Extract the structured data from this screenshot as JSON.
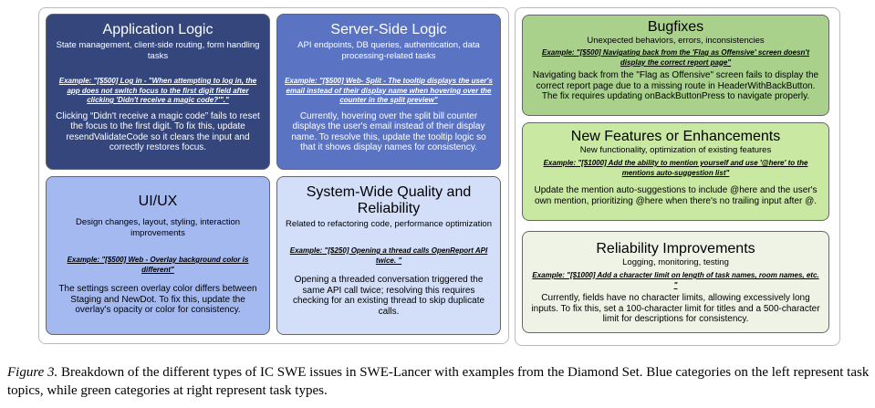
{
  "topics": [
    {
      "title": "Application Logic",
      "subtitle": "State management, client-side routing, form handling tasks",
      "example": "Example: \"[$500] Log in - \"When attempting to log in, the app does not switch focus to the first digit field after clicking 'Didn't receive a magic code?'\".\"",
      "description": "Clicking “Didn't receive a magic code” fails to reset the focus to the first digit. To fix this, update resendValidateCode so it clears the input and correctly restores focus.",
      "color": "#34467c"
    },
    {
      "title": "Server-Side Logic",
      "subtitle": "API endpoints, DB queries, authentication, data processing-related tasks",
      "example": "Example: \"[$500] Web- Split - The tooltip displays the user's email instead of their display name when hovering over the counter in the split preview\"",
      "description": "Currently, hovering over the split bill counter displays the user's email instead of their display name. To resolve this, update the tooltip logic so that it shows display names for consistency.",
      "color": "#5a74c3"
    },
    {
      "title": "UI/UX",
      "subtitle": "Design changes, layout, styling, interaction improvements",
      "example": "Example: \"[$500] Web - Overlay background color is different\"",
      "description": "The settings screen overlay color differs between Staging and NewDot. To fix this, update the overlay's opacity or color for consistency.",
      "color": "#a5b9f1"
    },
    {
      "title": "System-Wide Quality and Reliability",
      "subtitle": "Related to refactoring code, performance optimization",
      "example": "Example: \"[$250] Opening a thread calls OpenReport API twice. \"",
      "description": "Opening a threaded conversation triggered the same API call twice; resolving this requires checking for an existing thread to skip duplicate calls.",
      "color": "#d3def8"
    }
  ],
  "types": [
    {
      "title": "Bugfixes",
      "subtitle": "Unexpected behaviors, errors, inconsistencies",
      "example": "Example: \"[$500] Navigating back from the 'Flag as Offensive' screen doesn't display the correct report page\"",
      "description": "Navigating back from the \"Flag as Offensive\" screen fails to display the correct report page due to a missing route in HeaderWithBackButton. The fix requires updating onBackButtonPress to navigate properly.",
      "color": "#a9d18c"
    },
    {
      "title": "New Features or Enhancements",
      "subtitle": "New functionality, optimization of existing features",
      "example": "Example: \"[$1000] Add the ability to mention yourself and use '@here' to the mentions auto-suggestion list\"",
      "description": "Update the mention auto-suggestions to include @here and the user's own mention, prioritizing @here when there's no trailing input after @.",
      "color": "#c9e8a1"
    },
    {
      "title": "Reliability Improvements",
      "subtitle": "Logging, monitoring, testing",
      "example": "Example: \"[$1000] Add a character limit on length of task names, room names, etc. \"",
      "description": "Currently, fields have no character limits, allowing excessively long inputs. To fix this, set a 100-character limit for titles and a 500-character limit for descriptions for consistency.",
      "color": "#eef3e6"
    }
  ],
  "caption": {
    "label": "Figure 3.",
    "text": " Breakdown of the different types of IC SWE issues in SWE-Lancer with examples from the Diamond Set. Blue categories on the left represent task topics, while green categories at right represent task types."
  }
}
